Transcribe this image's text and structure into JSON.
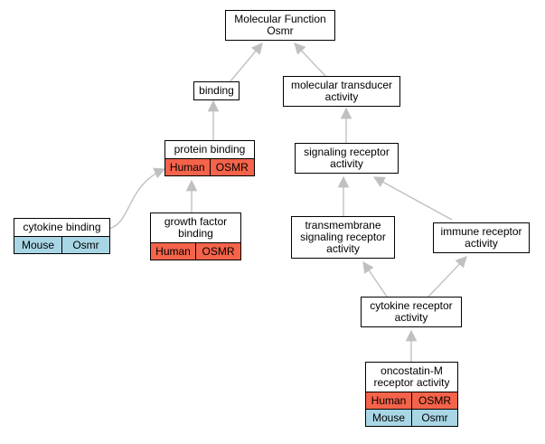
{
  "colors": {
    "human": "#f4634a",
    "mouse": "#a9d6e5",
    "edge": "#c0c0c0"
  },
  "nodes": {
    "root": {
      "label": "Molecular Function\nOsmr"
    },
    "binding": {
      "label": "binding"
    },
    "molecular_transducer": {
      "label": "molecular transducer\nactivity"
    },
    "protein_binding": {
      "label": "protein binding",
      "species": [
        [
          "Human",
          "OSMR"
        ]
      ]
    },
    "signaling_receptor": {
      "label": "signaling receptor\nactivity"
    },
    "cytokine_binding": {
      "label": "cytokine binding",
      "species": [
        [
          "Mouse",
          "Osmr"
        ]
      ]
    },
    "growth_factor_binding": {
      "label": "growth factor\nbinding",
      "species": [
        [
          "Human",
          "OSMR"
        ]
      ]
    },
    "transmembrane_signaling": {
      "label": "transmembrane\nsignaling receptor\nactivity"
    },
    "immune_receptor": {
      "label": "immune receptor\nactivity"
    },
    "cytokine_receptor": {
      "label": "cytokine receptor\nactivity"
    },
    "oncostatin_m_receptor": {
      "label": "oncostatin-M\nreceptor activity",
      "species": [
        [
          "Human",
          "OSMR"
        ],
        [
          "Mouse",
          "Osmr"
        ]
      ]
    }
  }
}
